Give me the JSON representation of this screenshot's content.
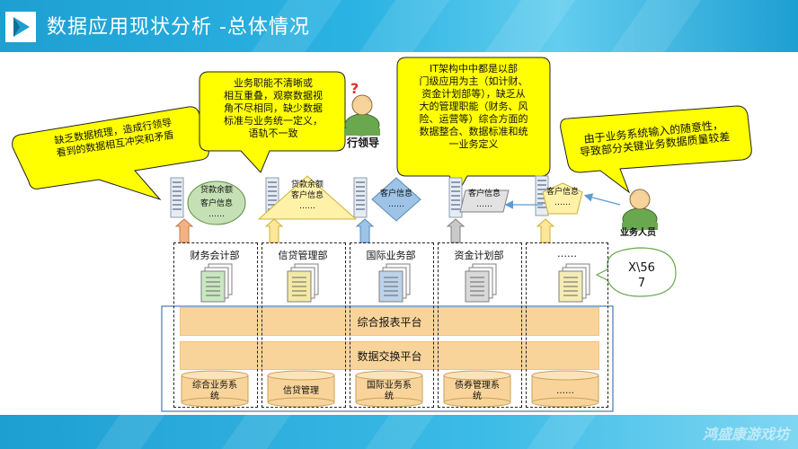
{
  "header": {
    "title": "数据应用现状分析 -总体情况"
  },
  "footer": {
    "watermark": "鸿盛康游戏坊"
  },
  "bubbles": [
    {
      "text": "缺乏数据梳理，造成行领导\n看到的数据相互冲突和矛盾"
    },
    {
      "text": "业务职能不清晰或\n相互重叠，观察数据视\n角不尽相同，缺少数据\n标准与业务统一定义，\n语轨不一致"
    },
    {
      "text": "IT架构中中都是以部\n门级应用为主（如计财、\n资金计划部等），缺乏从\n大的管理职能（财务、风\n险、运营等）综合方面的\n数据整合、数据标准和统\n一业务定义"
    },
    {
      "text": "由于业务系统输入的随意性，\n导致部分关键业务数据质量较差"
    },
    {
      "text": "X\\56\n7"
    }
  ],
  "persons": {
    "leader": "行领导",
    "business": "业务人员"
  },
  "shapes": [
    {
      "lines": [
        "贷款余额",
        "客户信息",
        "……"
      ]
    },
    {
      "lines": [
        "贷款余额",
        "客户信息",
        "……"
      ]
    },
    {
      "lines": [
        "客户信息",
        "……"
      ]
    },
    {
      "lines": [
        "客户信息",
        "……"
      ]
    },
    {
      "lines": [
        "客户信息",
        "……"
      ]
    }
  ],
  "departments": [
    "财务会计部",
    "信贷管理部",
    "国际业务部",
    "资金计划部",
    "……"
  ],
  "platforms": [
    "综合报表平台",
    "数据交换平台"
  ],
  "systems": [
    "综合业务系\n统",
    "信贷管理",
    "国际业务系\n统",
    "债券管理系\n统",
    "……"
  ],
  "colors": {
    "header": "#1e9fd2",
    "bubble": "#ffff00",
    "platform": "#f9d49a",
    "doc_green": "#c9e7c0",
    "doc_yellow": "#f3e9a6",
    "doc_blue": "#bcd3ea",
    "doc_gray": "#d9d9d9",
    "doc_lightyellow": "#f5ecb5",
    "arrow_orange": "#f4b183",
    "arrow_yellow": "#ffe699",
    "arrow_blue": "#9dc3e6",
    "arrow_gray": "#c9c9c9"
  },
  "icons": [
    "logo-play-icon",
    "person-icon",
    "question-mark-icon",
    "document-stack-icon",
    "server-icon",
    "up-arrow-icon"
  ]
}
